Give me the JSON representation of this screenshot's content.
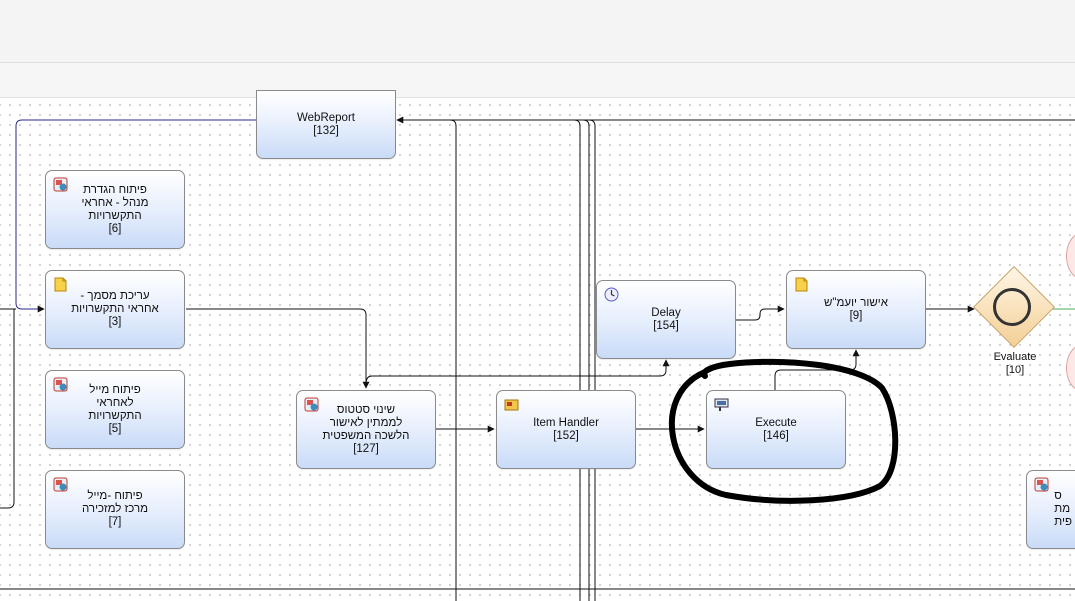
{
  "nodes": {
    "webreport": {
      "label": "WebReport",
      "id": "[132]"
    },
    "n6": {
      "label": "פיתוח הגדרת\nמנהל - אחראי\nהתקשרויות",
      "id": "[6]"
    },
    "n3": {
      "label": "עריכת מסמך -\nאחראי התקשרויות",
      "id": "[3]"
    },
    "n5": {
      "label": "פיתוח מייל\nלאחראי\nהתקשרויות",
      "id": "[5]"
    },
    "n7": {
      "label": "פיתוח -מייל\nמרכז למזכירה",
      "id": "[7]"
    },
    "n127": {
      "label": "שינוי סטטוס\nלממתין לאישור\nהלשכה המשפטית",
      "id": "[127]"
    },
    "n152": {
      "label": "Item Handler",
      "id": "[152]"
    },
    "n146": {
      "label": "Execute",
      "id": "[146]"
    },
    "n154": {
      "label": "Delay",
      "id": "[154]"
    },
    "n9": {
      "label": "אישור יועמ\"ש",
      "id": "[9]"
    },
    "partial": {
      "label": "ס\nמת\nפית"
    }
  },
  "gateway": {
    "label": "Evaluate",
    "id": "[10]"
  },
  "icons": [
    "workflow-icon",
    "document-note-icon",
    "clock-icon",
    "item-handler-icon",
    "execute-icon"
  ],
  "colors": {
    "node_fill": "#c9dbf8",
    "gateway_fill": "#f3cf96",
    "annotation": "#000000"
  }
}
